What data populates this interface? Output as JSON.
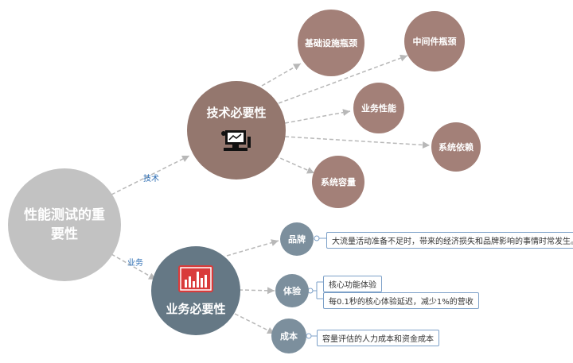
{
  "root": {
    "label": "性能测试的重要性"
  },
  "edges": {
    "tech": "技术",
    "business": "业务"
  },
  "tech": {
    "label": "技术必要性",
    "icon": "workstation-icon",
    "children": [
      "基础设施瓶颈",
      "中间件瓶颈",
      "业务性能",
      "系统依赖",
      "系统容量"
    ]
  },
  "business": {
    "label": "业务必要性",
    "icon": "bar-chart-icon",
    "children": [
      {
        "label": "品牌",
        "notes": [
          "大流量活动准备不足时，带来的经济损失和品牌影响的事情时常发生。"
        ]
      },
      {
        "label": "体验",
        "notes": [
          "核心功能体验",
          "每0.1秒的核心体验延迟，减少1%的营收"
        ]
      },
      {
        "label": "成本",
        "notes": [
          "容量评估的人力成本和资金成本"
        ]
      }
    ]
  },
  "colors": {
    "root": "#c2c2c2",
    "tech": "#94776e",
    "business": "#657885",
    "link": "#b8b8b8",
    "note_border": "#7ca0c8"
  }
}
